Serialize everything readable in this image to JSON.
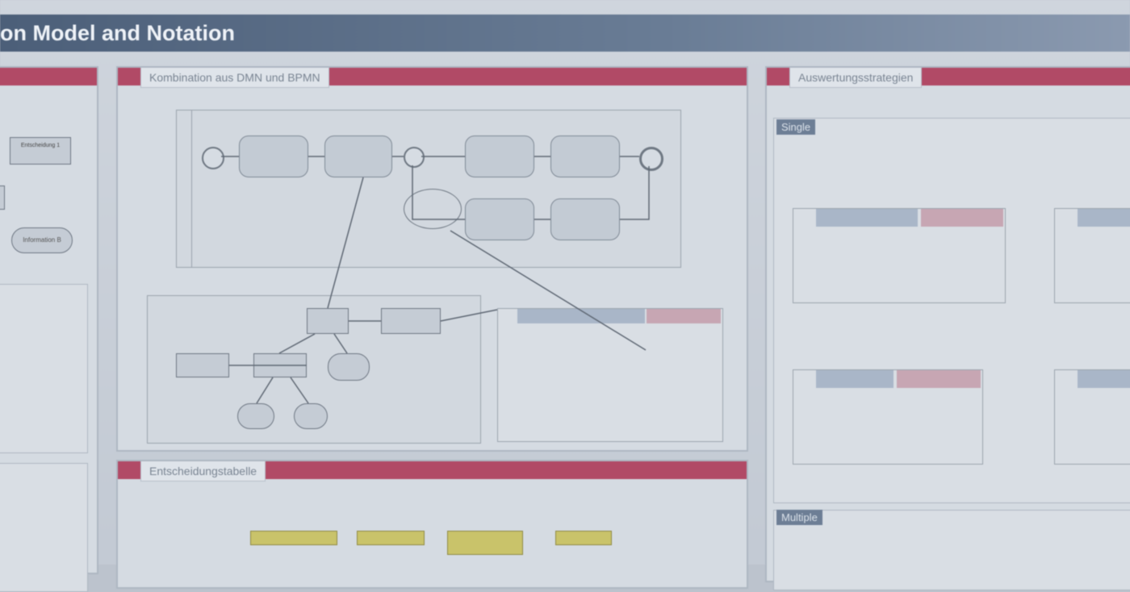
{
  "header": {
    "title": "on Model and Notation"
  },
  "panels": {
    "combo": {
      "title": "Kombination aus DMN und BPMN"
    },
    "table": {
      "title": "Entscheidungstabelle"
    },
    "strategies": {
      "title": "Auswertungsstrategien"
    }
  },
  "strategies": {
    "single_label": "Single",
    "multiple_label": "Multiple"
  },
  "left": {
    "decision_box": "Entscheidung 1",
    "info_box": "Information B"
  },
  "colors": {
    "topbar": "#5a6d86",
    "panel_header": "#b14a66",
    "label_yellow": "#c9c36a",
    "section_label": "#6d7e95"
  }
}
